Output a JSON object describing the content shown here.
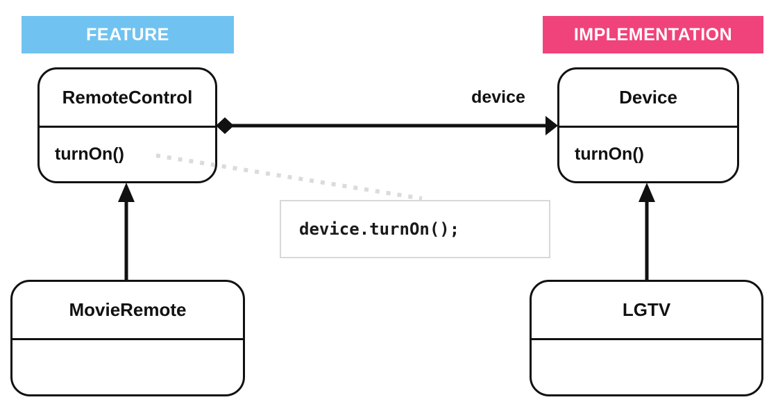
{
  "diagram": {
    "title": "Bridge pattern class diagram",
    "badges": {
      "feature": {
        "label": "FEATURE",
        "bg_color": "#70C3F0",
        "text_color": "#FFFFFF"
      },
      "implementation": {
        "label": "IMPLEMENTATION",
        "bg_color": "#F0437C",
        "text_color": "#FFFFFF"
      }
    },
    "classes": {
      "remote_control": {
        "name": "RemoteControl",
        "method": "turnOn()"
      },
      "device": {
        "name": "Device",
        "method": "turnOn()"
      },
      "movie_remote": {
        "name": "MovieRemote",
        "method": ""
      },
      "lgtv": {
        "name": "LGTV",
        "method": ""
      }
    },
    "relations": {
      "composition_label": "device",
      "composition": "RemoteControl ◆→ Device",
      "inheritance_left": "MovieRemote → RemoteControl",
      "inheritance_right": "LGTV → Device"
    },
    "code_snippet": {
      "text": "device.turnOn();"
    },
    "colors": {
      "box_border": "#111111",
      "code_box_border": "#D8D8D8",
      "dotted_line": "#DBDBDB",
      "arrow": "#111111"
    }
  }
}
